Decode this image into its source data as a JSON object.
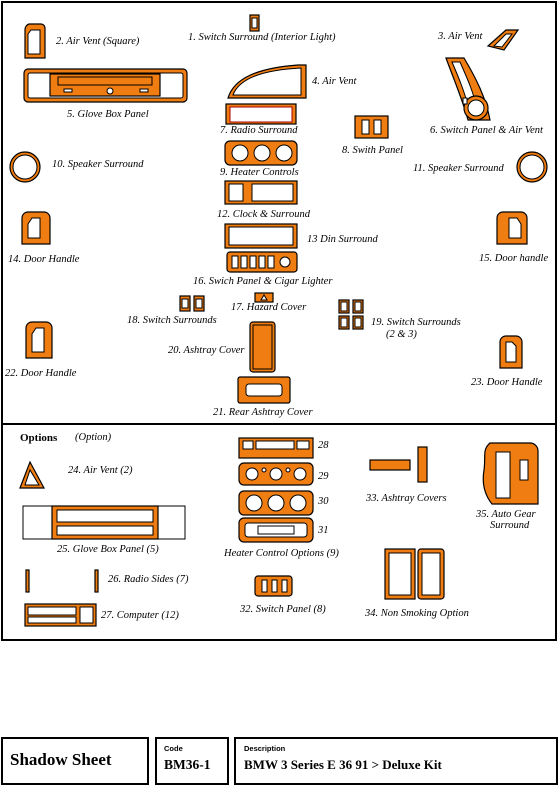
{
  "parts": [
    {
      "id": "p2",
      "label": "2. Air Vent (Square)"
    },
    {
      "id": "p1",
      "label": "1. Switch Surround (Interior Light)"
    },
    {
      "id": "p3",
      "label": "3. Air Vent"
    },
    {
      "id": "p4",
      "label": "4. Air Vent"
    },
    {
      "id": "p5",
      "label": "5. Glove Box Panel"
    },
    {
      "id": "p7",
      "label": "7. Radio Surround"
    },
    {
      "id": "p6",
      "label": "6. Switch Panel & Air Vent"
    },
    {
      "id": "p8",
      "label": "8. Swith Panel"
    },
    {
      "id": "p9",
      "label": "9. Heater Controls"
    },
    {
      "id": "p10",
      "label": "10. Speaker Surround"
    },
    {
      "id": "p11",
      "label": "11. Speaker Surround"
    },
    {
      "id": "p12",
      "label": "12. Clock & Surround"
    },
    {
      "id": "p13",
      "label": "13 Din Surround"
    },
    {
      "id": "p14",
      "label": "14. Door Handle"
    },
    {
      "id": "p15",
      "label": "15. Door handle"
    },
    {
      "id": "p16",
      "label": "16. Swich Panel & Cigar Lighter"
    },
    {
      "id": "p17",
      "label": "17. Hazard Cover"
    },
    {
      "id": "p18",
      "label": "18.  Switch Surrounds"
    },
    {
      "id": "p19",
      "label": "19. Switch Surrounds"
    },
    {
      "id": "p19b",
      "label": "(2 & 3)"
    },
    {
      "id": "p20",
      "label": "20. Ashtray Cover"
    },
    {
      "id": "p22",
      "label": "22. Door Handle"
    },
    {
      "id": "p23",
      "label": "23. Door Handle"
    },
    {
      "id": "p21",
      "label": "21. Rear Ashtray Cover"
    }
  ],
  "options": {
    "title": "Options",
    "subtitle": "(Option)",
    "items": [
      {
        "id": "o24",
        "label": "24. Air Vent (2)"
      },
      {
        "id": "o25",
        "label": "25. Glove Box Panel (5)"
      },
      {
        "id": "o26",
        "label": "26. Radio Sides (7)"
      },
      {
        "id": "o27",
        "label": "27. Computer (12)"
      },
      {
        "id": "o28",
        "label": "28"
      },
      {
        "id": "o29",
        "label": "29"
      },
      {
        "id": "o30",
        "label": "30"
      },
      {
        "id": "o31",
        "label": "31"
      },
      {
        "id": "ohc",
        "label": "Heater Control Options (9)"
      },
      {
        "id": "o32",
        "label": "32. Switch Panel (8)"
      },
      {
        "id": "o33",
        "label": "33. Ashtray Covers"
      },
      {
        "id": "o34",
        "label": "34. Non Smoking Option"
      },
      {
        "id": "o35",
        "label": "35. Auto Gear"
      },
      {
        "id": "o35b",
        "label": "Surround"
      }
    ]
  },
  "footer": {
    "sheet_title": "Shadow Sheet",
    "code_caption": "Code",
    "code_value": "BM36-1",
    "description_caption": "Description",
    "description_value": "BMW 3 Series E 36 91 > Deluxe Kit"
  },
  "colors": {
    "part_fill": "#f07d11",
    "outline": "#000000"
  }
}
